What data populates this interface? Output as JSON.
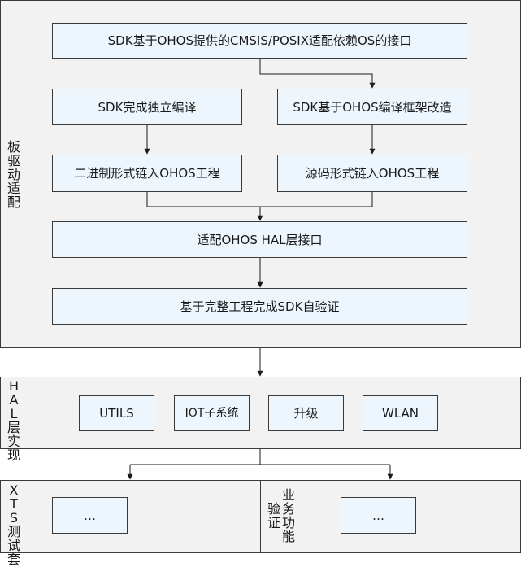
{
  "sections": {
    "board_driver": {
      "label": "板驱动适配",
      "boxes": {
        "top": "SDK基于OHOS提供的CMSIS/POSIX适配依赖OS的接口",
        "left1": "SDK完成独立编译",
        "right1": "SDK基于OHOS编译框架改造",
        "left2": "二进制形式链入OHOS工程",
        "right2": "源码形式链入OHOS工程",
        "hal_adapt": "适配OHOS HAL层接口",
        "verify": "基于完整工程完成SDK自验证"
      }
    },
    "hal": {
      "label": "HAL层实现",
      "boxes": [
        "UTILS",
        "IOT子系统",
        "升级",
        "WLAN"
      ]
    },
    "xts": {
      "label": "XTS测试套",
      "box": "…"
    },
    "business": {
      "label_col1": "验证",
      "label_col2": "业务功能",
      "box": "…"
    }
  }
}
